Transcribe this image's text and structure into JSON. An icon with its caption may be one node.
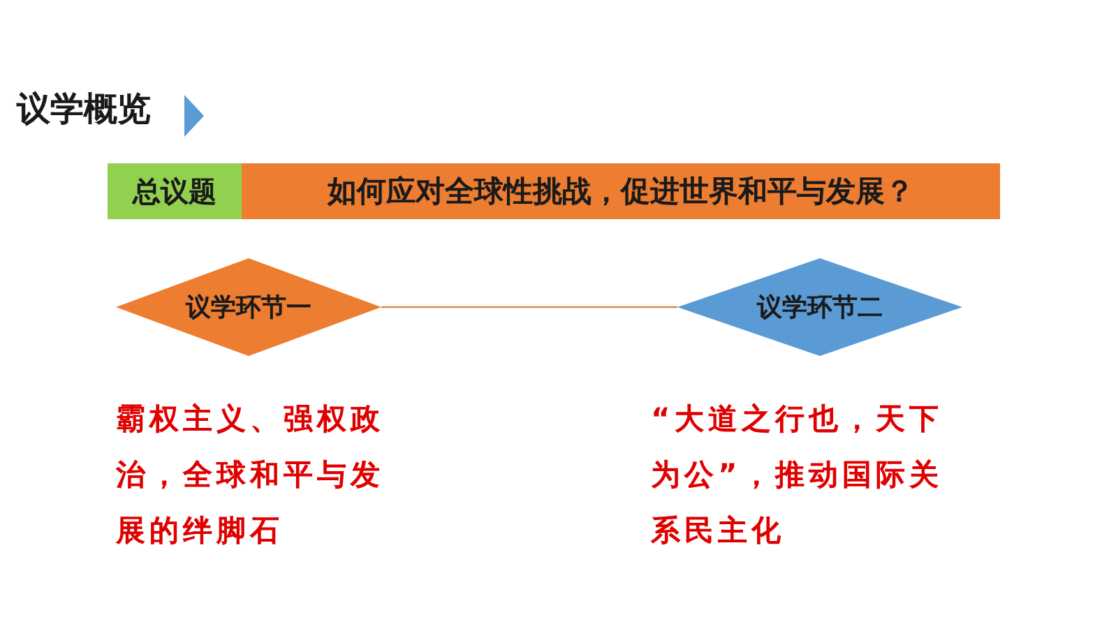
{
  "diagram": {
    "title": "议学概览",
    "nodes": [
      {
        "text": [
          "总议题"
        ]
      },
      {
        "text": [
          "如何应对全球性挑战，促进世界和平与发展？"
        ]
      },
      {
        "text": [
          "议学环节一"
        ]
      },
      {
        "text": [
          "议学环节二"
        ]
      }
    ],
    "edges": [
      {
        "from": 2,
        "to": 3,
        "arrow": "none",
        "color": "#e0894a"
      }
    ],
    "labels": [
      "霸权主义、强权政治，全球和平与发展的绊脚石",
      "“大道之行也，天下为公”，推动国际关系民主化"
    ]
  }
}
